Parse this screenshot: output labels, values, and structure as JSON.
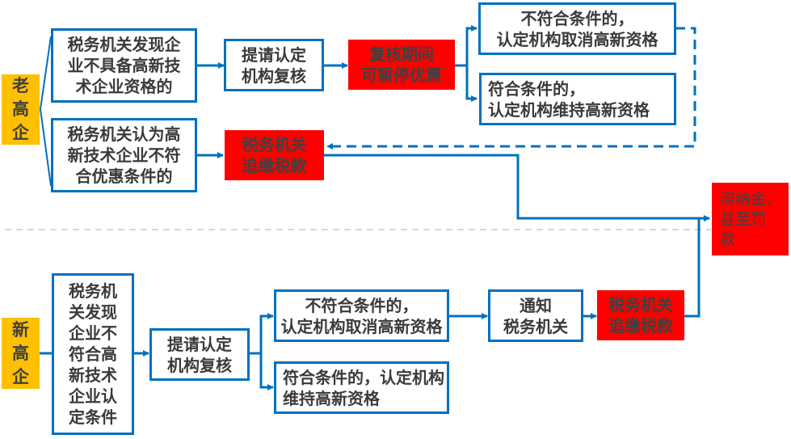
{
  "colors": {
    "connector": "#0070c0",
    "alert": "#ff0000",
    "category": "#ffc000",
    "divider": "#d9d9d9",
    "text": "#404040"
  },
  "old": {
    "category": "老\n高\n企",
    "trigger_a": "税务机关发现企\n业不具备高新技\n术企业资格的",
    "review": "提请认定\n机构复核",
    "suspend": "复核期间\n可暂停优惠",
    "revoke": "不符合条件的，\n认定机构取消高新资格",
    "maintain": "符合条件的，\n认定机构维持高新资格",
    "trigger_b": "税务机关认为高\n新技术企业不符\n合优惠条件的",
    "collect": "税务机关\n追缴税款"
  },
  "penalty": "滞纳金、\n甚至罚\n款",
  "new": {
    "category": "新\n高\n企",
    "trigger": "税务机\n关发现\n企业不\n符合高\n新技术\n企业认\n定条件",
    "review": "提请认定\n机构复核",
    "revoke": "不符合条件的，\n认定机构取消高新资格",
    "maintain": "符合条件的，认定机构\n维持高新资格",
    "notify": "通知\n税务机关",
    "collect": "税务机关\n追缴税款"
  }
}
